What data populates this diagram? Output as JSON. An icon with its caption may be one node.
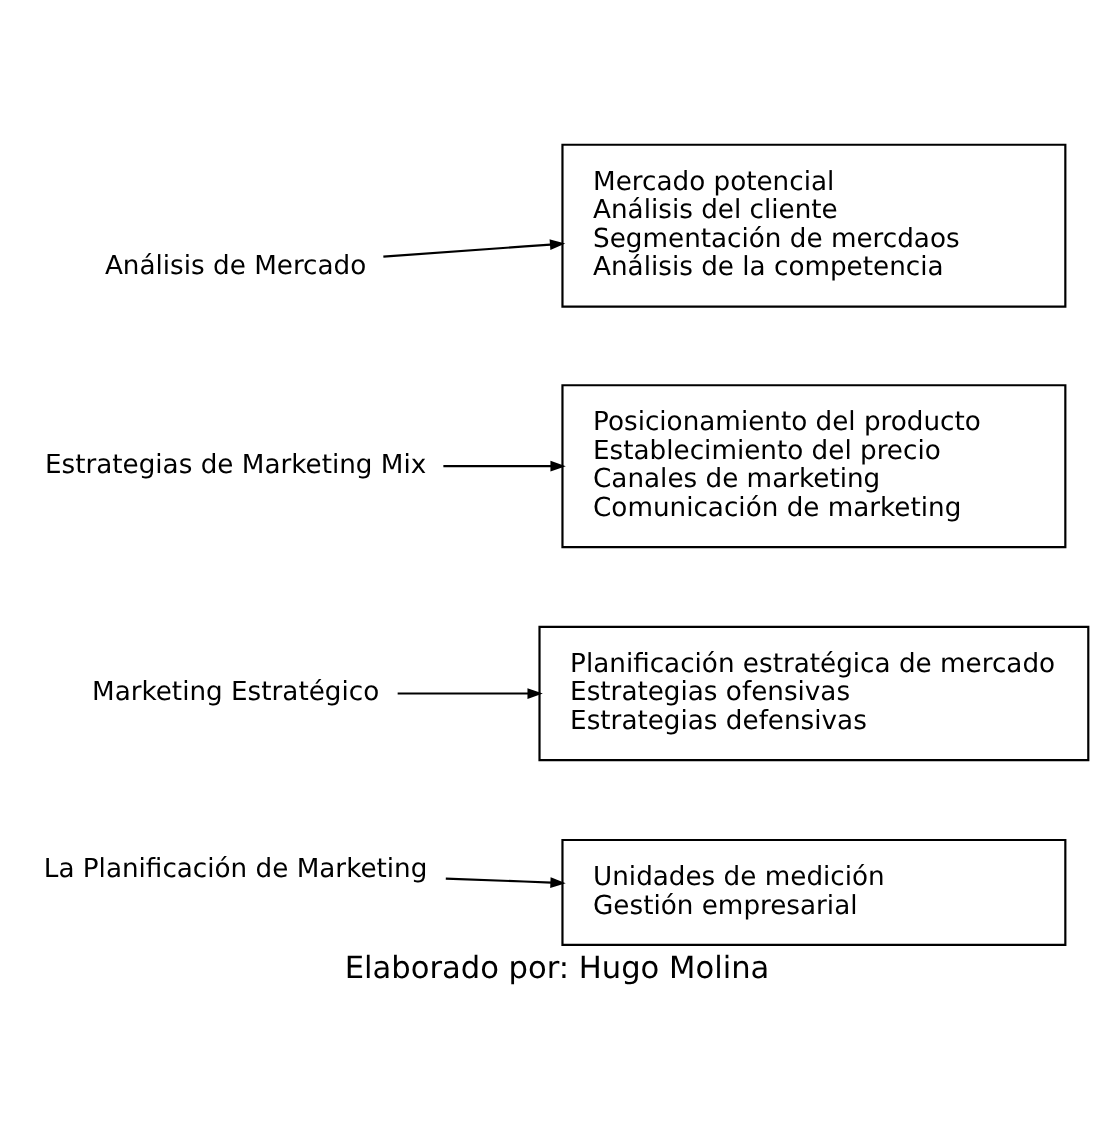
{
  "diagram": {
    "caption": "Elaborado por: Hugo Molina",
    "nodes": [
      {
        "text": [
          "Análisis de Mercado"
        ]
      },
      {
        "text": [
          "Mercado potencial",
          "Análisis del cliente",
          "Segmentación de mercdaos",
          "Análisis de la competencia"
        ]
      },
      {
        "text": [
          "Estrategias de Marketing Mix"
        ]
      },
      {
        "text": [
          "Posicionamiento del producto",
          "Establecimiento del precio",
          "Canales de marketing",
          "Comunicación de marketing"
        ]
      },
      {
        "text": [
          "Marketing Estratégico"
        ]
      },
      {
        "text": [
          "Planificación estratégica de mercado",
          "Estrategias ofensivas",
          "Estrategias defensivas"
        ]
      },
      {
        "text": [
          "La Planificación de Marketing"
        ]
      },
      {
        "text": [
          "Unidades de medición",
          "Gestión empresarial"
        ]
      }
    ],
    "edges": [
      {
        "from": 0,
        "to": 1,
        "arrow": "to"
      },
      {
        "from": 2,
        "to": 3,
        "arrow": "to"
      },
      {
        "from": 4,
        "to": 5,
        "arrow": "to"
      },
      {
        "from": 6,
        "to": 7,
        "arrow": "to"
      }
    ]
  }
}
